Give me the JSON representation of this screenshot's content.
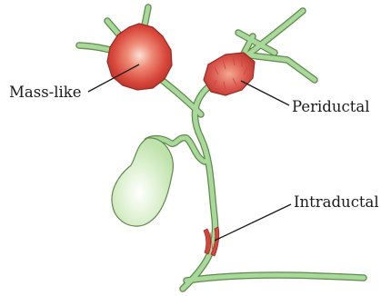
{
  "labels": {
    "mass_like": "Mass-like",
    "periductal": "Periductal",
    "intraductal": "Intraductal"
  },
  "colors": {
    "duct_fill": "#a9d99a",
    "duct_outline": "#5e8a4a",
    "gallbladder_fill": "#c9e8b8",
    "tumor_red": "#d2473c",
    "tumor_outline": "#9c2a22"
  }
}
